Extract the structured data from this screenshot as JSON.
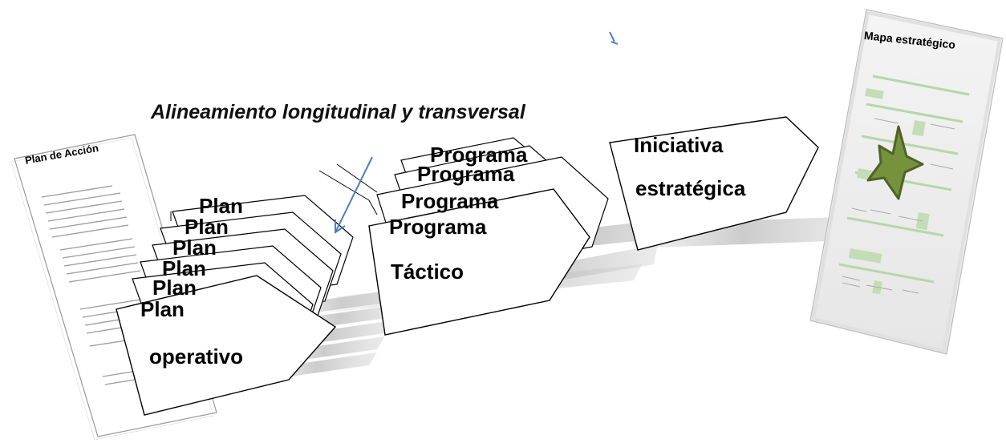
{
  "caption": "Alineamiento longitudinal y transversal",
  "plan_de_accion": {
    "title": "Plan de Acción"
  },
  "mapa_estrategico": {
    "title": "Mapa estratégico"
  },
  "plan_stack": {
    "back_labels": [
      "Plan",
      "Plan",
      "Plan",
      "Plan",
      "Plan"
    ],
    "front_line1": "Plan",
    "front_line2": "operativo"
  },
  "programa_stack": {
    "back_labels": [
      "Programa",
      "Programa",
      "Programa"
    ],
    "front_line1": "Programa",
    "front_line2": "Táctico"
  },
  "iniciativa": {
    "line1": "Iniciativa",
    "line2": "estratégica"
  },
  "colors": {
    "arrow": "#4a7fc1",
    "star_fill": "#76923c",
    "star_stroke": "#4f6228",
    "shadow": "#c8c8c8"
  }
}
